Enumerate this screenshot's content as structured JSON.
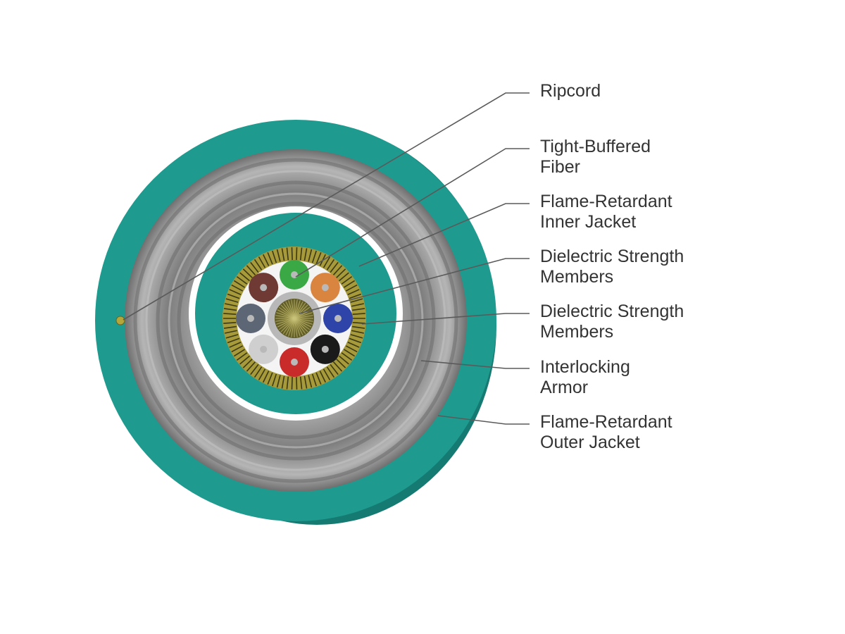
{
  "labels": [
    {
      "id": "ripcord",
      "lines": [
        "Ripcord"
      ]
    },
    {
      "id": "tight-buffered-fiber",
      "lines": [
        "Tight-Buffered",
        "Fiber"
      ]
    },
    {
      "id": "inner-jacket",
      "lines": [
        "Flame-Retardant",
        "Inner Jacket"
      ]
    },
    {
      "id": "strength-members-1",
      "lines": [
        "Dielectric Strength",
        "Members"
      ]
    },
    {
      "id": "strength-members-2",
      "lines": [
        "Dielectric Strength",
        "Members"
      ]
    },
    {
      "id": "interlocking-armor",
      "lines": [
        "Interlocking",
        "Armor"
      ]
    },
    {
      "id": "outer-jacket",
      "lines": [
        "Flame-Retardant",
        "Outer Jacket"
      ]
    }
  ],
  "colors": {
    "jacket_teal": "#1f9a8e",
    "jacket_teal_dark": "#157a72",
    "armor_gray": "#8d8d8d",
    "aramid_yellow": "#a79a3a",
    "fiber_colors": [
      "#3aa845",
      "#d9843f",
      "#2f44a8",
      "#1a1a1a",
      "#c92a2a",
      "#cfcfcf",
      "#5d6675",
      "#6e3a33"
    ]
  }
}
